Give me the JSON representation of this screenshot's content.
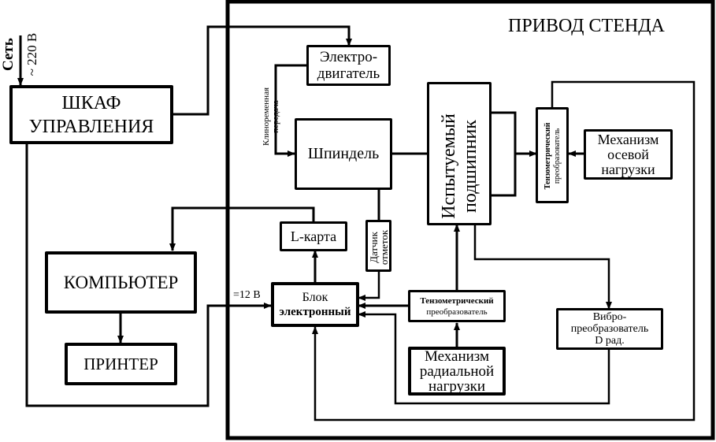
{
  "diagram": {
    "title": "ПРИВОД СТЕНДА",
    "power_input": {
      "label": "Сеть",
      "voltage": "~ 220 В"
    },
    "supply_label": "=12 В",
    "blocks": {
      "cabinet": {
        "line1": "ШКАФ",
        "line2": "УПРАВЛЕНИЯ"
      },
      "computer": {
        "label": "КОМПЬЮТЕР"
      },
      "printer": {
        "label": "ПРИНТЕР"
      },
      "motor": {
        "line1": "Электро-",
        "line2": "двигатель"
      },
      "belt": {
        "line1": "Клиноременная",
        "line2": "передача"
      },
      "spindle": {
        "label": "Шпиндель"
      },
      "bearing": {
        "line1": "Испытуемый",
        "line2": "подшипник"
      },
      "axial_strain": {
        "line1": "Тензометрический",
        "line2": "преобразователь"
      },
      "axial_load": {
        "line1": "Механизм",
        "line2": "осевой",
        "line3": "нагрузки"
      },
      "lcard": {
        "label": "L-карта"
      },
      "marker_sensor": {
        "line1": "Датчик",
        "line2": "отметок"
      },
      "electronic_unit": {
        "line1": "Блок",
        "line2": "электронный"
      },
      "radial_strain": {
        "line1": "Тензометрический",
        "line2": "преобразователь"
      },
      "radial_load": {
        "line1": "Механизм",
        "line2": "радиальной",
        "line3": "нагрузки"
      },
      "vibro": {
        "line1": "Вибро-",
        "line2": "преобразователь",
        "line3": "D рад."
      }
    }
  }
}
